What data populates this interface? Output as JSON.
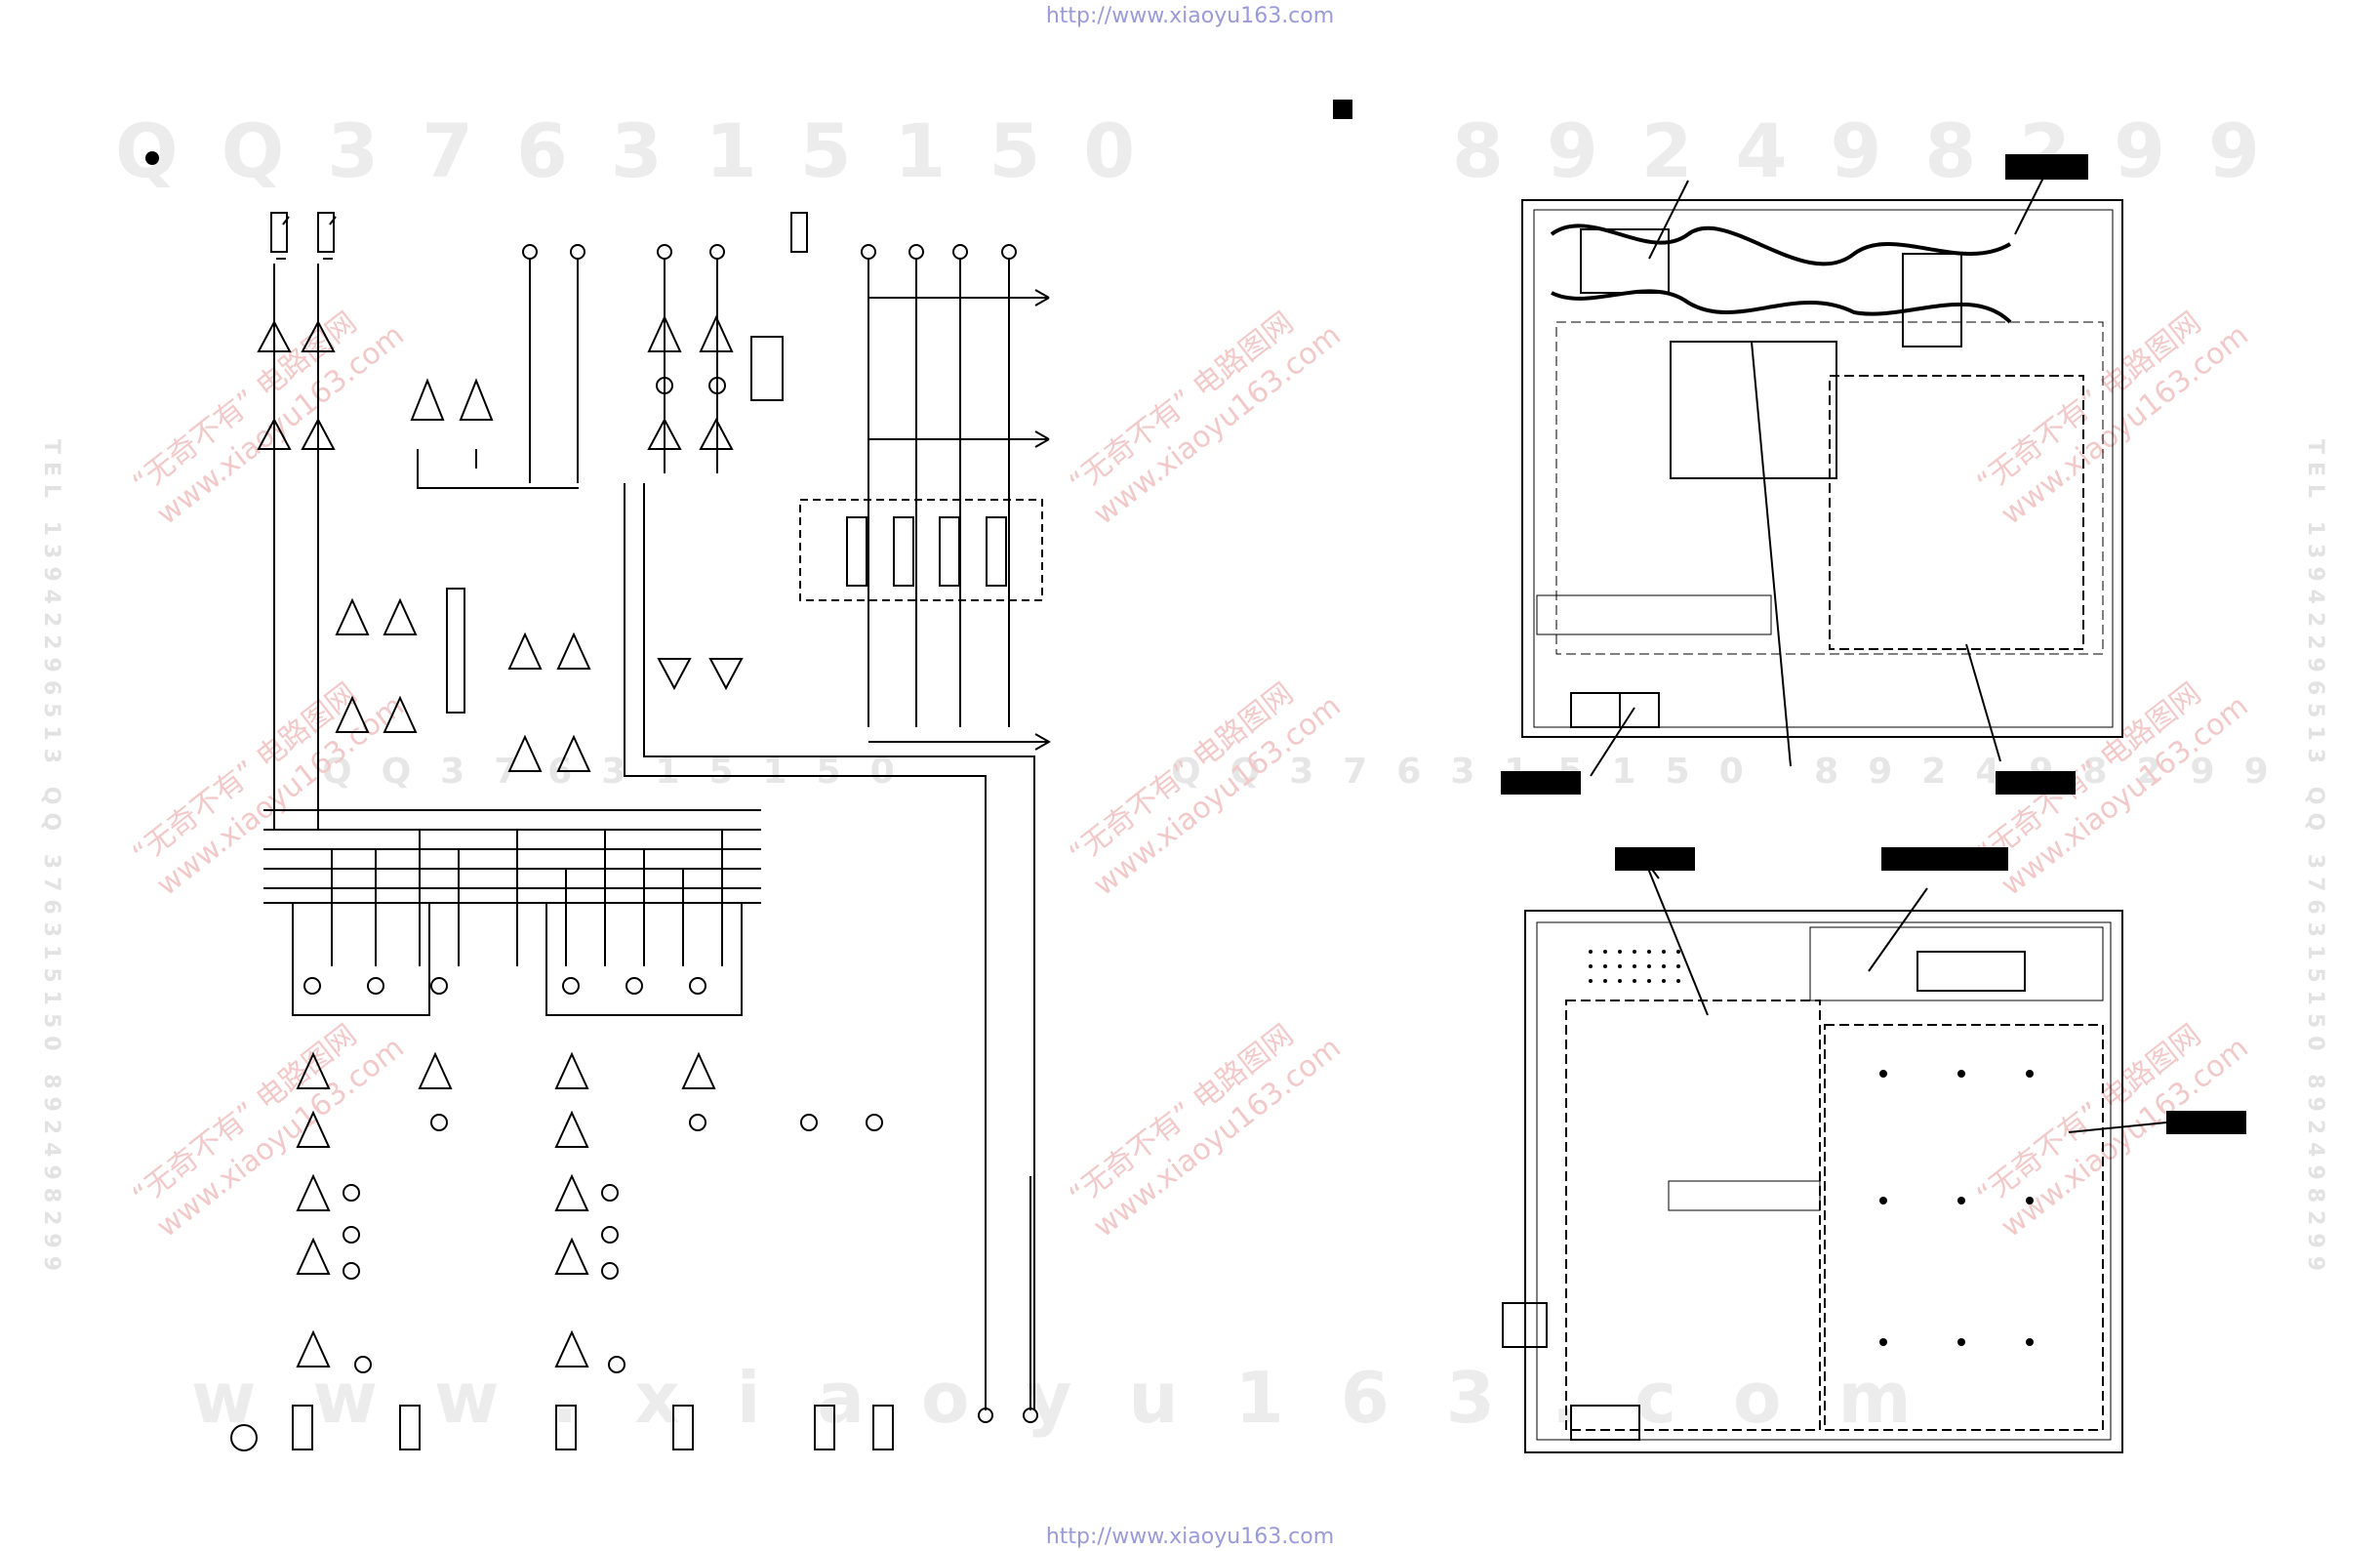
{
  "header": {
    "url_top": "http://www.xiaoyu163.com"
  },
  "footer": {
    "url_bottom": "http://www.xiaoyu163.com"
  },
  "watermarks": {
    "qq_left": "QQ376315150",
    "qq_right": "892498299",
    "site_bottom": "www.xiaoyu163.com",
    "mid_left": "QQ376315150",
    "mid_right": "QQ376315150 892498299",
    "side_left": "TEL 13942296513 QQ 376315150 892498299",
    "side_right": "TEL 13942296513 QQ 376315150 892498299",
    "cn_lines": [
      "“无奇不有” 电路图网",
      "www.xiaoyu163.com"
    ]
  },
  "colors": {
    "line": "#000000",
    "watermark_red": "#f2c9c9",
    "url": "#9a9ad8"
  },
  "markers": {
    "left_bullet": "filled-circle",
    "right_square": "filled-square"
  }
}
